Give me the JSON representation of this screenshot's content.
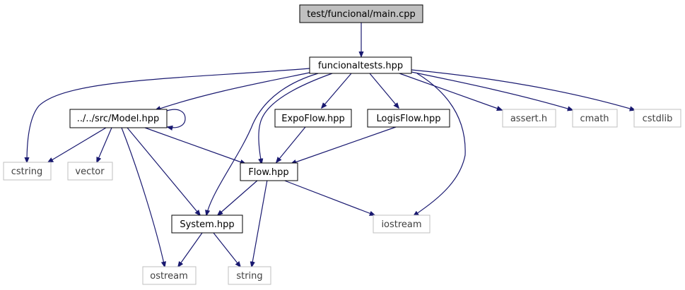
{
  "graph": {
    "nodes": [
      {
        "id": "main",
        "label": "test/funcional/main.cpp",
        "kind": "root"
      },
      {
        "id": "ft",
        "label": "funcionaltests.hpp",
        "kind": "internal"
      },
      {
        "id": "model",
        "label": "../../src/Model.hpp",
        "kind": "internal"
      },
      {
        "id": "expo",
        "label": "ExpoFlow.hpp",
        "kind": "internal"
      },
      {
        "id": "logis",
        "label": "LogisFlow.hpp",
        "kind": "internal"
      },
      {
        "id": "assert",
        "label": "assert.h",
        "kind": "external"
      },
      {
        "id": "cmath",
        "label": "cmath",
        "kind": "external"
      },
      {
        "id": "cstdlib",
        "label": "cstdlib",
        "kind": "external"
      },
      {
        "id": "cstring",
        "label": "cstring",
        "kind": "external"
      },
      {
        "id": "vector",
        "label": "vector",
        "kind": "external"
      },
      {
        "id": "flow",
        "label": "Flow.hpp",
        "kind": "internal"
      },
      {
        "id": "system",
        "label": "System.hpp",
        "kind": "internal"
      },
      {
        "id": "iostream",
        "label": "iostream",
        "kind": "external"
      },
      {
        "id": "ostream",
        "label": "ostream",
        "kind": "external"
      },
      {
        "id": "string",
        "label": "string",
        "kind": "external"
      }
    ],
    "edges": [
      {
        "from": "main",
        "to": "ft"
      },
      {
        "from": "ft",
        "to": "cstring"
      },
      {
        "from": "ft",
        "to": "model"
      },
      {
        "from": "ft",
        "to": "system"
      },
      {
        "from": "ft",
        "to": "flow"
      },
      {
        "from": "ft",
        "to": "expo"
      },
      {
        "from": "ft",
        "to": "logis"
      },
      {
        "from": "ft",
        "to": "iostream"
      },
      {
        "from": "ft",
        "to": "assert"
      },
      {
        "from": "ft",
        "to": "cmath"
      },
      {
        "from": "ft",
        "to": "cstdlib"
      },
      {
        "from": "model",
        "to": "model"
      },
      {
        "from": "model",
        "to": "cstring"
      },
      {
        "from": "model",
        "to": "vector"
      },
      {
        "from": "model",
        "to": "flow"
      },
      {
        "from": "model",
        "to": "system"
      },
      {
        "from": "model",
        "to": "ostream"
      },
      {
        "from": "expo",
        "to": "flow"
      },
      {
        "from": "logis",
        "to": "flow"
      },
      {
        "from": "flow",
        "to": "system"
      },
      {
        "from": "flow",
        "to": "iostream"
      },
      {
        "from": "flow",
        "to": "string"
      },
      {
        "from": "system",
        "to": "ostream"
      },
      {
        "from": "system",
        "to": "string"
      }
    ],
    "colors": {
      "edge": "#191970",
      "root_fill": "#bfbfbf",
      "node_border": "#000000",
      "external_border": "#bfbfbf",
      "external_text": "#404040"
    }
  }
}
